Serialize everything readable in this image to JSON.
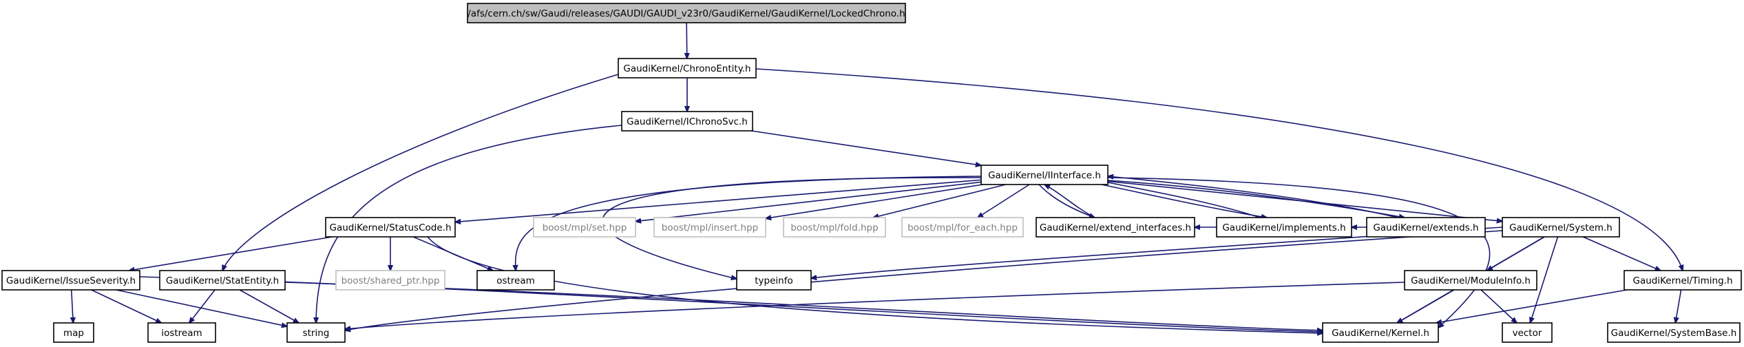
{
  "colors": {
    "edge": "#191970",
    "node_border": "#000000",
    "node_text": "#000000",
    "ghost_border": "#bfbfbf",
    "ghost_text": "#7f7f7f",
    "root_fill": "#bfbfbf",
    "node_fill": "#ffffff"
  },
  "nodes": [
    {
      "id": "root",
      "label": "/afs/cern.ch/sw/Gaudi/releases/GAUDI/GAUDI_v23r0/GaudiKernel/GaudiKernel/LockedChrono.h",
      "kind": "root"
    },
    {
      "id": "chronoentity",
      "label": "GaudiKernel/ChronoEntity.h",
      "kind": "normal"
    },
    {
      "id": "ichronosvc",
      "label": "GaudiKernel/IChronoSvc.h",
      "kind": "normal"
    },
    {
      "id": "iinterface",
      "label": "GaudiKernel/IInterface.h",
      "kind": "normal"
    },
    {
      "id": "statuscode",
      "label": "GaudiKernel/StatusCode.h",
      "kind": "normal"
    },
    {
      "id": "mplset",
      "label": "boost/mpl/set.hpp",
      "kind": "ghost"
    },
    {
      "id": "mplinsert",
      "label": "boost/mpl/insert.hpp",
      "kind": "ghost"
    },
    {
      "id": "mplfold",
      "label": "boost/mpl/fold.hpp",
      "kind": "ghost"
    },
    {
      "id": "mplforeach",
      "label": "boost/mpl/for_each.hpp",
      "kind": "ghost"
    },
    {
      "id": "extendinterfaces",
      "label": "GaudiKernel/extend_interfaces.h",
      "kind": "normal"
    },
    {
      "id": "implements",
      "label": "GaudiKernel/implements.h",
      "kind": "normal"
    },
    {
      "id": "extends",
      "label": "GaudiKernel/extends.h",
      "kind": "normal"
    },
    {
      "id": "system",
      "label": "GaudiKernel/System.h",
      "kind": "normal"
    },
    {
      "id": "issueseverity",
      "label": "GaudiKernel/IssueSeverity.h",
      "kind": "normal"
    },
    {
      "id": "statentity",
      "label": "GaudiKernel/StatEntity.h",
      "kind": "normal"
    },
    {
      "id": "sharedptr",
      "label": "boost/shared_ptr.hpp",
      "kind": "ghost"
    },
    {
      "id": "ostream",
      "label": "ostream",
      "kind": "normal"
    },
    {
      "id": "typeinfo",
      "label": "typeinfo",
      "kind": "normal"
    },
    {
      "id": "moduleinfo",
      "label": "GaudiKernel/ModuleInfo.h",
      "kind": "normal"
    },
    {
      "id": "timing",
      "label": "GaudiKernel/Timing.h",
      "kind": "normal"
    },
    {
      "id": "map",
      "label": "map",
      "kind": "normal"
    },
    {
      "id": "iostream",
      "label": "iostream",
      "kind": "normal"
    },
    {
      "id": "string",
      "label": "string",
      "kind": "normal"
    },
    {
      "id": "kernel",
      "label": "GaudiKernel/Kernel.h",
      "kind": "normal"
    },
    {
      "id": "vector",
      "label": "vector",
      "kind": "normal"
    },
    {
      "id": "systembase",
      "label": "GaudiKernel/SystemBase.h",
      "kind": "normal"
    }
  ],
  "edges": [
    {
      "from": "root",
      "to": "chronoentity"
    },
    {
      "from": "chronoentity",
      "to": "ichronosvc"
    },
    {
      "from": "chronoentity",
      "to": "statentity"
    },
    {
      "from": "chronoentity",
      "to": "timing"
    },
    {
      "from": "ichronosvc",
      "to": "iinterface"
    },
    {
      "from": "ichronosvc",
      "to": "string"
    },
    {
      "from": "iinterface",
      "to": "statuscode"
    },
    {
      "from": "iinterface",
      "to": "mplset"
    },
    {
      "from": "iinterface",
      "to": "mplinsert"
    },
    {
      "from": "iinterface",
      "to": "mplfold"
    },
    {
      "from": "iinterface",
      "to": "mplforeach"
    },
    {
      "from": "iinterface",
      "to": "ostream"
    },
    {
      "from": "iinterface",
      "to": "typeinfo"
    },
    {
      "from": "iinterface",
      "to": "system"
    },
    {
      "from": "iinterface",
      "to": "kernel"
    },
    {
      "from": "iinterface",
      "to": "extendinterfaces"
    },
    {
      "from": "iinterface",
      "to": "implements"
    },
    {
      "from": "iinterface",
      "to": "extends"
    },
    {
      "from": "extendinterfaces",
      "to": "iinterface"
    },
    {
      "from": "implements",
      "to": "iinterface"
    },
    {
      "from": "extends",
      "to": "iinterface"
    },
    {
      "from": "implements",
      "to": "extendinterfaces"
    },
    {
      "from": "extends",
      "to": "implements"
    },
    {
      "from": "statuscode",
      "to": "issueseverity"
    },
    {
      "from": "statuscode",
      "to": "sharedptr"
    },
    {
      "from": "statuscode",
      "to": "ostream"
    },
    {
      "from": "statuscode",
      "to": "kernel"
    },
    {
      "from": "issueseverity",
      "to": "map"
    },
    {
      "from": "issueseverity",
      "to": "iostream"
    },
    {
      "from": "issueseverity",
      "to": "string"
    },
    {
      "from": "issueseverity",
      "to": "kernel"
    },
    {
      "from": "statentity",
      "to": "iostream"
    },
    {
      "from": "statentity",
      "to": "string"
    },
    {
      "from": "statentity",
      "to": "kernel"
    },
    {
      "from": "system",
      "to": "moduleinfo"
    },
    {
      "from": "system",
      "to": "timing"
    },
    {
      "from": "system",
      "to": "typeinfo"
    },
    {
      "from": "system",
      "to": "string"
    },
    {
      "from": "system",
      "to": "kernel"
    },
    {
      "from": "system",
      "to": "vector"
    },
    {
      "from": "moduleinfo",
      "to": "string"
    },
    {
      "from": "moduleinfo",
      "to": "kernel"
    },
    {
      "from": "moduleinfo",
      "to": "vector"
    },
    {
      "from": "timing",
      "to": "kernel"
    },
    {
      "from": "timing",
      "to": "systembase"
    }
  ]
}
